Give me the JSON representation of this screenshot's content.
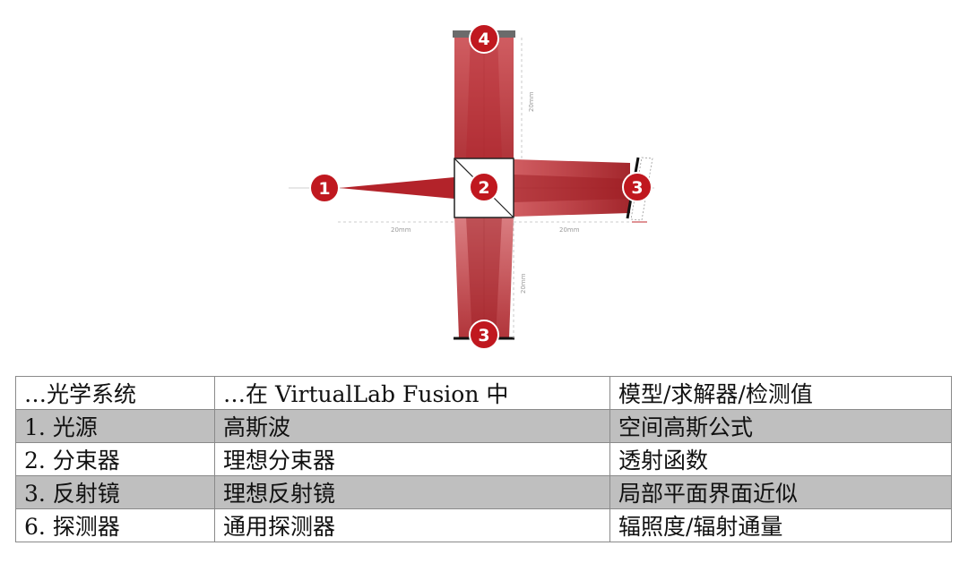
{
  "diagram": {
    "markers": [
      {
        "id": "source",
        "label": "1"
      },
      {
        "id": "beam-splitter",
        "label": "2"
      },
      {
        "id": "mirror",
        "label": "3"
      },
      {
        "id": "detector",
        "label": "3"
      },
      {
        "id": "top-detector",
        "label": "4"
      }
    ],
    "dimensions": {
      "left_horizontal": "20mm",
      "right_horizontal": "20mm",
      "top_vertical": "20mm",
      "bottom_vertical": "20mm"
    },
    "colors": {
      "beam": "#c0272d",
      "marker": "#c0181f",
      "detector": "#6b6b6b"
    }
  },
  "table": {
    "header": [
      "…光学系统",
      "…在 VirtualLab Fusion 中",
      "模型/求解器/检测值"
    ],
    "rows": [
      [
        "1. 光源",
        "高斯波",
        "空间高斯公式"
      ],
      [
        "2. 分束器",
        "理想分束器",
        "透射函数"
      ],
      [
        "3. 反射镜",
        "理想反射镜",
        "局部平面界面近似"
      ],
      [
        "6. 探测器",
        "通用探测器",
        "辐照度/辐射通量"
      ]
    ]
  }
}
